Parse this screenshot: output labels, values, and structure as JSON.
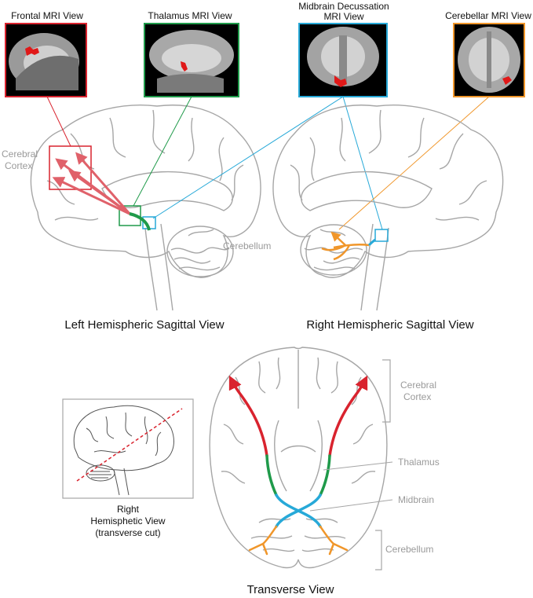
{
  "mri_views": {
    "frontal": "Frontal MRI View",
    "thalamus": "Thalamus MRI View",
    "midbrain_line1": "Midbrain Decussation",
    "midbrain_line2": "MRI View",
    "cerebellar": "Cerebellar MRI View"
  },
  "left_sagittal": {
    "cortex_line1": "Cerebral",
    "cortex_line2": "Cortex",
    "cerebellum": "Cerebellum",
    "caption": "Left Hemispheric Sagittal View"
  },
  "right_sagittal": {
    "caption": "Right Hemispheric Sagittal View"
  },
  "inset": {
    "caption_line1": "Right",
    "caption_line2": "Hemisphetic View",
    "caption_line3": "(transverse cut)"
  },
  "transverse": {
    "cortex_line1": "Cerebral",
    "cortex_line2": "Cortex",
    "thalamus": "Thalamus",
    "midbrain": "Midbrain",
    "cerebellum": "Cerebellum",
    "caption": "Transverse View"
  },
  "colors": {
    "cortex_tract": "#d9232e",
    "thalamus_tract": "#1f9a4a",
    "midbrain_tract": "#27a9d8",
    "cerebellar_tract": "#f0962a",
    "outline": "#a6a6a6",
    "label_gray": "#9a9a9a"
  }
}
